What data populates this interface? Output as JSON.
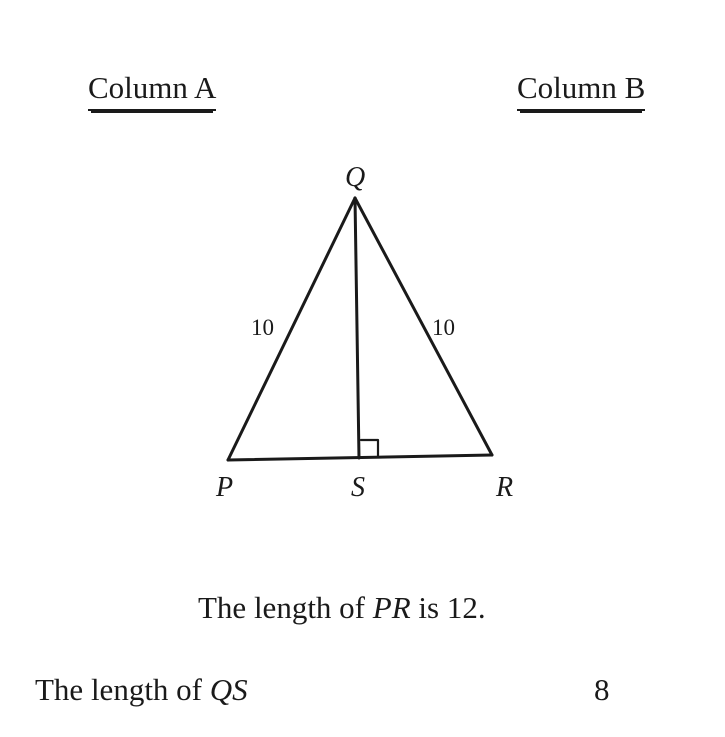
{
  "headers": {
    "column_a": "Column A",
    "column_b": "Column B"
  },
  "figure": {
    "vertices": {
      "apex": "Q",
      "left": "P",
      "foot": "S",
      "right": "R"
    },
    "side_labels": {
      "pq": "10",
      "qr": "10"
    }
  },
  "given": {
    "prefix": "The length of ",
    "segment": "PR",
    "suffix": " is 12."
  },
  "quantity_a": {
    "prefix": "The length of ",
    "segment": "QS"
  },
  "quantity_b": {
    "value": "8"
  }
}
